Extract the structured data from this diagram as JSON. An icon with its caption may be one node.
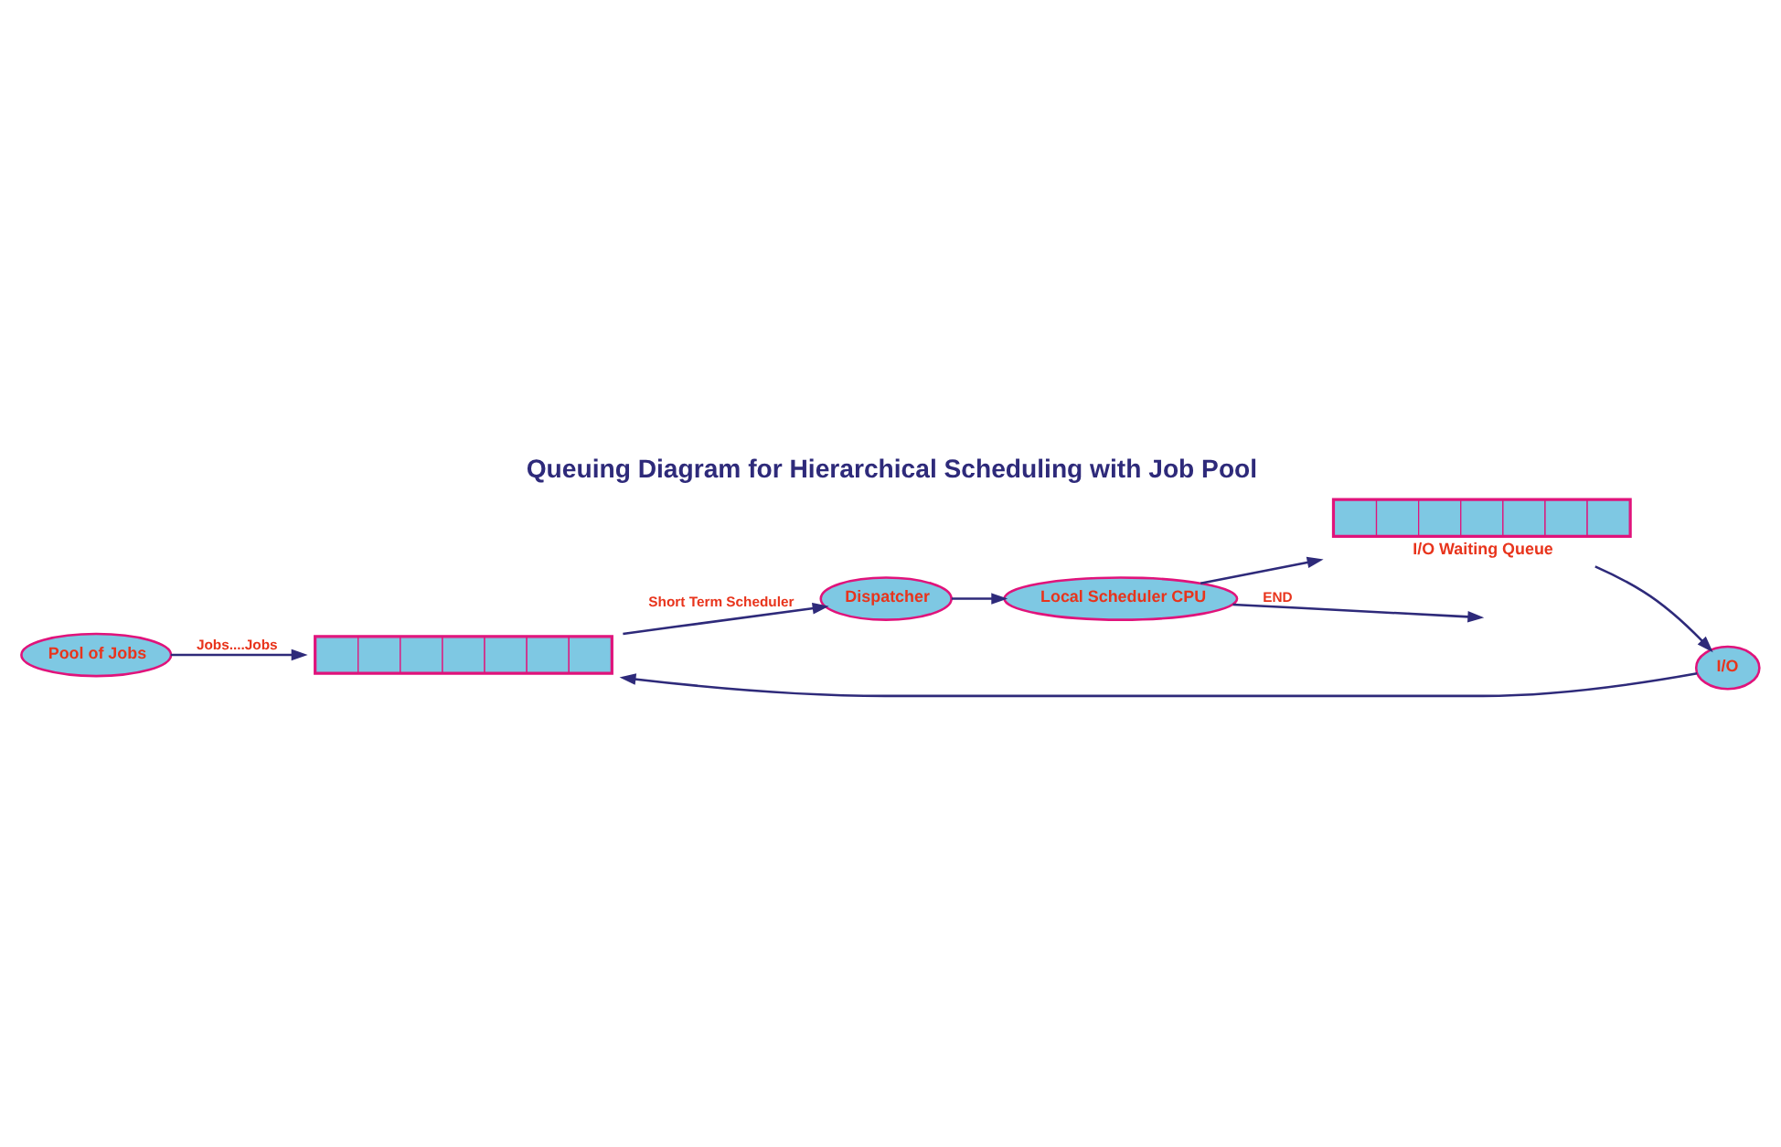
{
  "diagram": {
    "title": "Queuing Diagram for Hierarchical Scheduling with Job Pool",
    "nodes": [
      {
        "text": [
          "Pool of Jobs"
        ]
      },
      {
        "text": [],
        "shape": "box"
      },
      {
        "text": [
          "Dispatcher"
        ]
      },
      {
        "text": [
          "Local Scheduler CPU"
        ]
      },
      {
        "text": [],
        "shape": "box",
        "beside": [
          "I/O Waiting Queue"
        ]
      },
      {
        "text": [
          "I/O"
        ]
      }
    ],
    "edges": [
      {
        "from": 0,
        "to": 1,
        "arrow": "to",
        "label": "Jobs....Jobs"
      },
      {
        "from": 1,
        "to": 2,
        "arrow": "to",
        "label": "Short Term Scheduler"
      },
      {
        "from": 2,
        "to": 3,
        "arrow": "to"
      },
      {
        "from": 3,
        "to": 4,
        "arrow": "to"
      },
      {
        "from": 4,
        "to": 5,
        "arrow": "to"
      },
      {
        "from": 5,
        "to": 1,
        "arrow": "to"
      },
      {
        "from": 3,
        "to": null,
        "arrow": "to",
        "label": "END"
      }
    ]
  }
}
